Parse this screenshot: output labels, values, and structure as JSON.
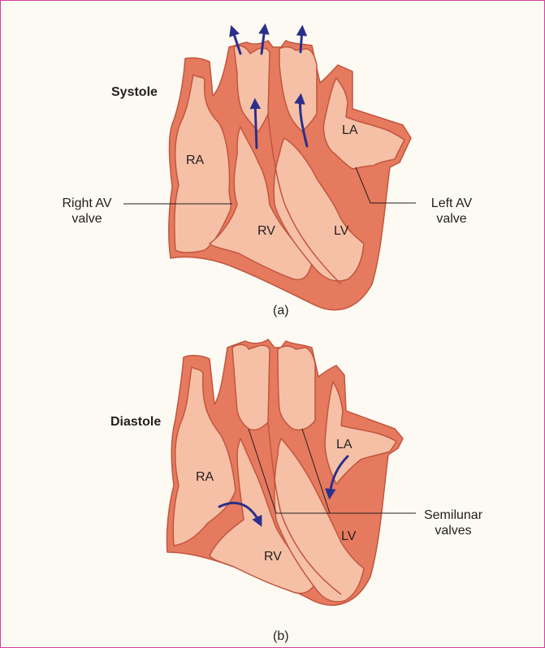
{
  "figure": {
    "panel_a": {
      "phase_title": "Systole",
      "caption": "(a)",
      "chambers": {
        "ra": "RA",
        "rv": "RV",
        "lv": "LV",
        "la": "LA"
      },
      "callouts": {
        "right_av_line1": "Right AV",
        "right_av_line2": "valve",
        "left_av_line1": "Left AV",
        "left_av_line2": "valve"
      }
    },
    "panel_b": {
      "phase_title": "Diastole",
      "caption": "(b)",
      "chambers": {
        "ra": "RA",
        "rv": "RV",
        "lv": "LV",
        "la": "LA"
      },
      "callouts": {
        "semilunar_line1": "Semilunar",
        "semilunar_line2": "valves"
      }
    }
  },
  "colors": {
    "frame_border": "#d63ea0",
    "background": "#fdfaf3",
    "heart_fill": "#f6c0a6",
    "heart_wall": "#e67a5e",
    "outline": "#c1563f",
    "arrow": "#2b2f8c",
    "text": "#231f20"
  }
}
